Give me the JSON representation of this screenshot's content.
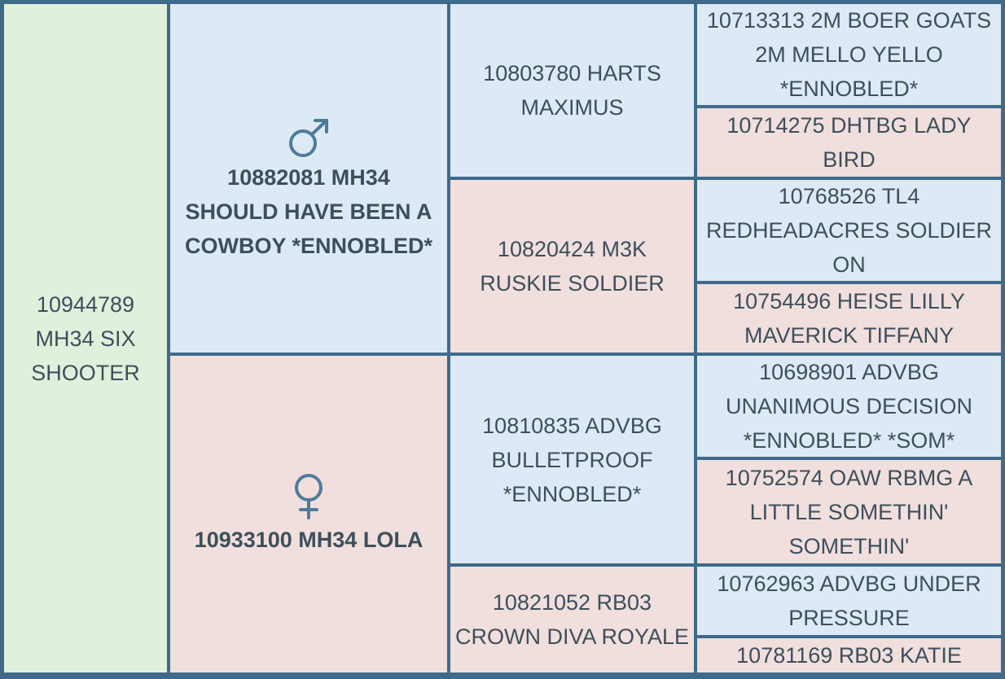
{
  "subject": {
    "name": "10944789 MH34 SIX SHOOTER"
  },
  "sire": {
    "symbol": "♂",
    "symbol_icon": "male-icon",
    "name": "10882081 MH34 SHOULD HAVE BEEN A COWBOY *ENNOBLED*",
    "sire": {
      "name": "10803780 HARTS MAXIMUS",
      "sire": "10713313 2M BOER GOATS 2M MELLO YELLO *ENNOBLED*",
      "dam": "10714275 DHTBG LADY BIRD"
    },
    "dam": {
      "name": "10820424 M3K RUSKIE SOLDIER",
      "sire": "10768526 TL4 REDHEADACRES SOLDIER ON",
      "dam": "10754496 HEISE LILLY MAVERICK TIFFANY"
    }
  },
  "dam": {
    "symbol": "♀",
    "symbol_icon": "female-icon",
    "name": "10933100 MH34 LOLA",
    "sire": {
      "name": "10810835 ADVBG BULLETPROOF *ENNOBLED*",
      "sire": "10698901 ADVBG UNANIMOUS DECISION *ENNOBLED* *SOM*",
      "dam": "10752574 OAW RBMG A LITTLE SOMETHIN' SOMETHIN'"
    },
    "dam": {
      "name": "10821052 RB03 CROWN DIVA ROYALE",
      "sire": "10762963 ADVBG UNDER PRESSURE",
      "dam": "10781169 RB03 KATIE"
    }
  },
  "colors": {
    "border": "#3f6a8a",
    "subject_bg": "#e1f0dc",
    "male_bg": "#ddeaf5",
    "female_bg": "#f0dfdd",
    "text": "#3d4f5c",
    "symbol": "#4e7b9c"
  }
}
